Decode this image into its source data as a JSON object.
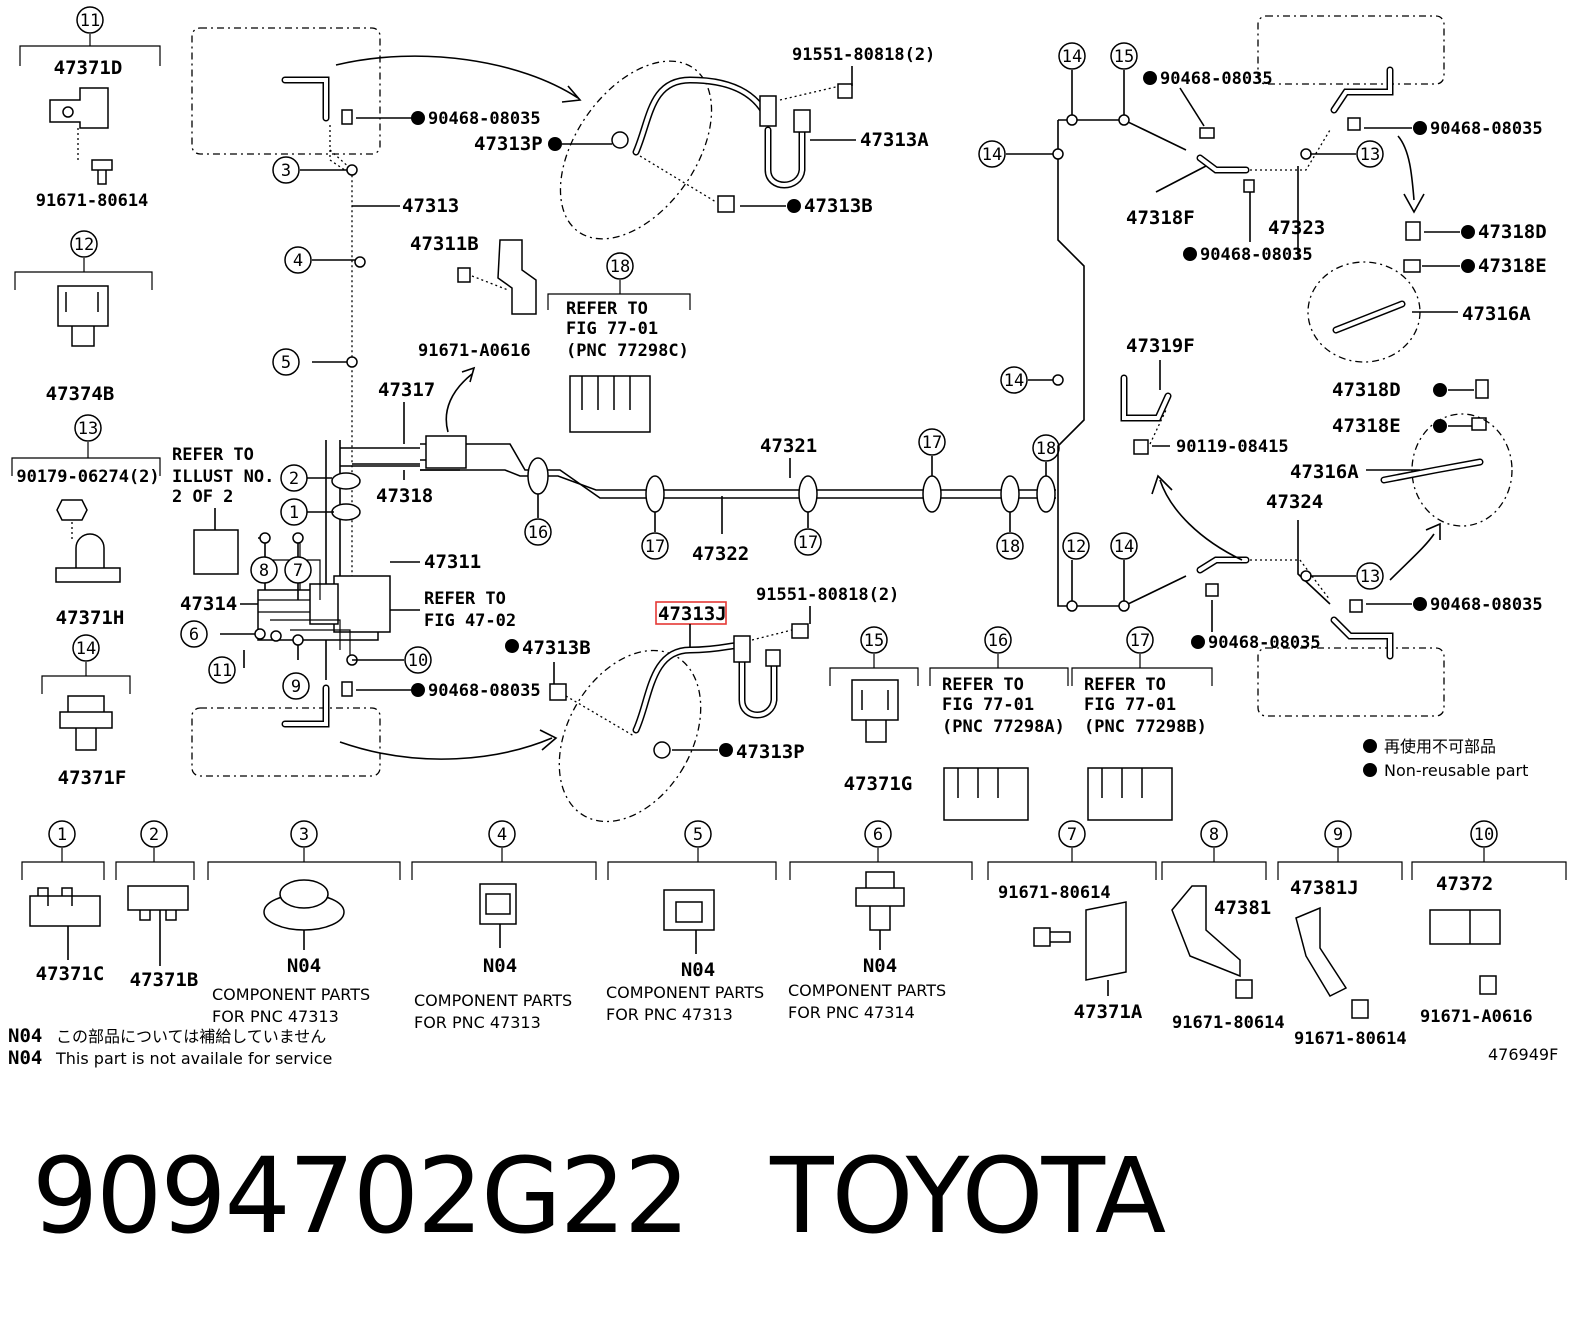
{
  "footer": {
    "part_number": "9094702G22",
    "brand": "TOYOTA"
  },
  "legend": {
    "ja": "再使用不可部品",
    "en": "Non-reusable part"
  },
  "notes": {
    "n04_code": "N04",
    "n04_ja": "この部品については補給していません",
    "n04_en": "This part is not availale for service",
    "illustration_id": "476949F"
  },
  "refs": {
    "refer_illust": [
      "REFER TO",
      "ILLUST NO.",
      "2 OF 2"
    ],
    "refer_fig_47_02": [
      "REFER TO",
      "FIG 47-02"
    ],
    "refer_77298C": [
      "REFER TO",
      "FIG 77-01",
      "(PNC 77298C)"
    ],
    "refer_77298A": [
      "REFER TO",
      "FIG 77-01",
      "(PNC 77298A)"
    ],
    "refer_77298B": [
      "REFER TO",
      "FIG 77-01",
      "(PNC 77298B)"
    ]
  },
  "components": [
    {
      "num": "1",
      "part": "47371C"
    },
    {
      "num": "2",
      "part": "47371B"
    },
    {
      "num": "3",
      "part": "N04",
      "note": [
        "COMPONENT PARTS",
        "FOR PNC 47313"
      ]
    },
    {
      "num": "4",
      "part": "N04",
      "note": [
        "COMPONENT PARTS",
        "FOR PNC 47313"
      ]
    },
    {
      "num": "5",
      "part": "N04",
      "note": [
        "COMPONENT PARTS",
        "FOR PNC 47313"
      ]
    },
    {
      "num": "6",
      "part": "N04",
      "note": [
        "COMPONENT PARTS",
        "FOR PNC 47314"
      ]
    },
    {
      "num": "7",
      "part": "47371A",
      "bolt": "91671-80614"
    },
    {
      "num": "8",
      "part": "47381",
      "bolt": "91671-80614"
    },
    {
      "num": "9",
      "part": "47381J",
      "bolt": "91671-80614"
    },
    {
      "num": "10",
      "part": "47372",
      "bolt": "91671-A0616"
    }
  ],
  "side_parts": [
    {
      "num": "11",
      "part": "47371D",
      "bolt": "91671-80614"
    },
    {
      "num": "12",
      "part": "47374B"
    },
    {
      "num": "13",
      "part": "47371H",
      "bolt": "90179-06274(2)"
    },
    {
      "num": "14",
      "part": "47371F"
    },
    {
      "num": "15",
      "part": "47371G"
    },
    {
      "num": "16",
      "part": ""
    },
    {
      "num": "17",
      "part": ""
    },
    {
      "num": "18",
      "part": ""
    }
  ],
  "labels": {
    "p47313": "47313",
    "p47311B": "47311B",
    "p91671A0616": "91671-A0616",
    "p47317": "47317",
    "p47318": "47318",
    "p47311": "47311",
    "p47314": "47314",
    "p47321": "47321",
    "p47322": "47322",
    "p47313A": "47313A",
    "p47313B": "47313B",
    "p47313P": "47313P",
    "p47313J": "47313J",
    "p91551": "91551-80818(2)",
    "p90468": "90468-08035",
    "p47318F": "47318F",
    "p47323": "47323",
    "p47319F": "47319F",
    "p90119": "90119-08415",
    "p47324": "47324",
    "p47318D": "47318D",
    "p47318E": "47318E",
    "p47316A": "47316A"
  }
}
